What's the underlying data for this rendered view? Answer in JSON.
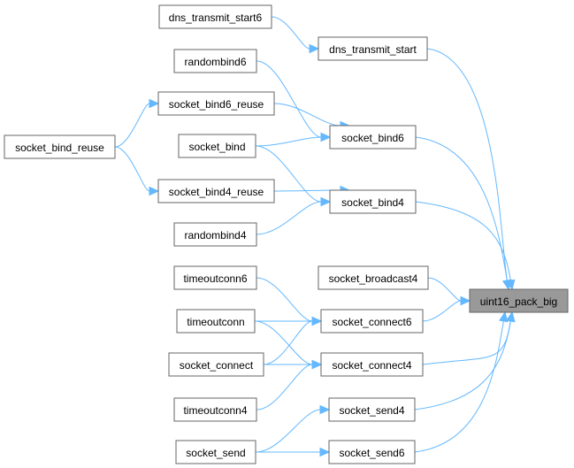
{
  "graph": {
    "edge_color": "#63b8ff",
    "node_border_color": "#666666",
    "highlight_fill": "#999999",
    "target": "uint16_pack_big",
    "nodes": [
      {
        "id": "dns_transmit_start6",
        "label": "dns_transmit_start6"
      },
      {
        "id": "dns_transmit_start",
        "label": "dns_transmit_start"
      },
      {
        "id": "randombind6",
        "label": "randombind6"
      },
      {
        "id": "socket_bind6_reuse",
        "label": "socket_bind6_reuse"
      },
      {
        "id": "socket_bind_reuse",
        "label": "socket_bind_reuse"
      },
      {
        "id": "socket_bind",
        "label": "socket_bind"
      },
      {
        "id": "socket_bind6",
        "label": "socket_bind6"
      },
      {
        "id": "socket_bind4_reuse",
        "label": "socket_bind4_reuse"
      },
      {
        "id": "socket_bind4",
        "label": "socket_bind4"
      },
      {
        "id": "randombind4",
        "label": "randombind4"
      },
      {
        "id": "socket_broadcast4",
        "label": "socket_broadcast4"
      },
      {
        "id": "uint16_pack_big",
        "label": "uint16_pack_big",
        "highlight": true
      },
      {
        "id": "timeoutconn6",
        "label": "timeoutconn6"
      },
      {
        "id": "timeoutconn",
        "label": "timeoutconn"
      },
      {
        "id": "socket_connect6",
        "label": "socket_connect6"
      },
      {
        "id": "socket_connect",
        "label": "socket_connect"
      },
      {
        "id": "socket_connect4",
        "label": "socket_connect4"
      },
      {
        "id": "timeoutconn4",
        "label": "timeoutconn4"
      },
      {
        "id": "socket_send4",
        "label": "socket_send4"
      },
      {
        "id": "socket_send",
        "label": "socket_send"
      },
      {
        "id": "socket_send6",
        "label": "socket_send6"
      }
    ],
    "edges": [
      {
        "from": "dns_transmit_start6",
        "to": "dns_transmit_start"
      },
      {
        "from": "dns_transmit_start",
        "to": "uint16_pack_big"
      },
      {
        "from": "randombind6",
        "to": "socket_bind6"
      },
      {
        "from": "socket_bind6_reuse",
        "to": "socket_bind6"
      },
      {
        "from": "socket_bind_reuse",
        "to": "socket_bind6_reuse"
      },
      {
        "from": "socket_bind_reuse",
        "to": "socket_bind4_reuse"
      },
      {
        "from": "socket_bind",
        "to": "socket_bind6"
      },
      {
        "from": "socket_bind",
        "to": "socket_bind4"
      },
      {
        "from": "socket_bind4_reuse",
        "to": "socket_bind4"
      },
      {
        "from": "randombind4",
        "to": "socket_bind4"
      },
      {
        "from": "socket_bind6",
        "to": "uint16_pack_big"
      },
      {
        "from": "socket_bind4",
        "to": "uint16_pack_big"
      },
      {
        "from": "socket_broadcast4",
        "to": "uint16_pack_big"
      },
      {
        "from": "timeoutconn6",
        "to": "socket_connect6"
      },
      {
        "from": "timeoutconn",
        "to": "socket_connect6"
      },
      {
        "from": "timeoutconn",
        "to": "socket_connect4"
      },
      {
        "from": "socket_connect",
        "to": "socket_connect6"
      },
      {
        "from": "socket_connect",
        "to": "socket_connect4"
      },
      {
        "from": "timeoutconn4",
        "to": "socket_connect4"
      },
      {
        "from": "socket_connect6",
        "to": "uint16_pack_big"
      },
      {
        "from": "socket_connect4",
        "to": "uint16_pack_big"
      },
      {
        "from": "socket_send",
        "to": "socket_send4"
      },
      {
        "from": "socket_send",
        "to": "socket_send6"
      },
      {
        "from": "socket_send4",
        "to": "uint16_pack_big"
      },
      {
        "from": "socket_send6",
        "to": "uint16_pack_big"
      }
    ]
  }
}
